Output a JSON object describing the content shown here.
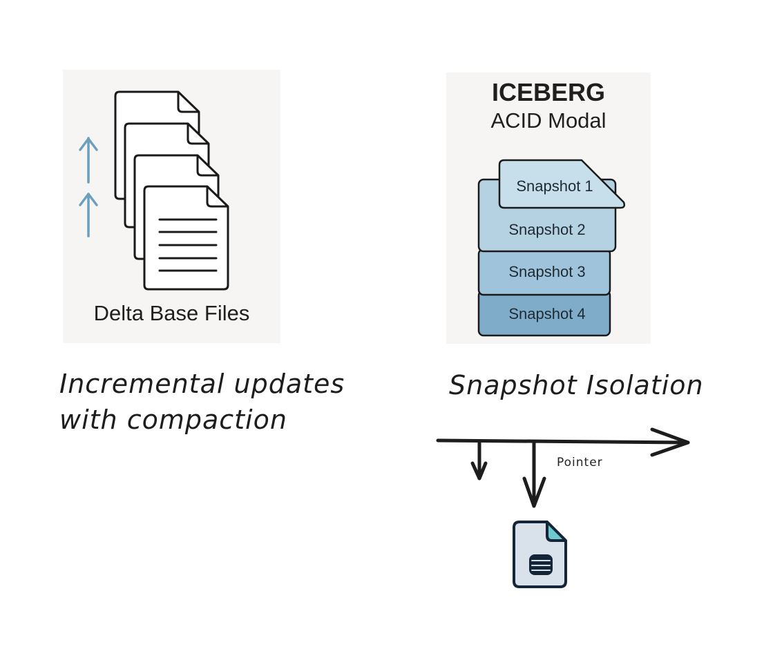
{
  "left_panel": {
    "label": "Delta Base Files",
    "icon": "stacked-documents-icon",
    "arrow_color": "#6a9fbd",
    "doc_count": 4
  },
  "left_caption": {
    "line1": "Incremental updates",
    "line2": "with compaction"
  },
  "right_panel": {
    "title": "ICEBERG",
    "subtitle": "ACID Modal",
    "snapshots": [
      {
        "label": "Snapshot 1",
        "color": "#c6dfea"
      },
      {
        "label": "Snapshot 2",
        "color": "#b5d2e2"
      },
      {
        "label": "Snapshot 3",
        "color": "#9ec3da"
      },
      {
        "label": "Snapshot 4",
        "color": "#7fadc9"
      }
    ]
  },
  "right_caption": {
    "text": "Snapshot Isolation"
  },
  "timeline": {
    "pointer_label": "Pointer",
    "file_icon": "database-file-icon",
    "file_fill": "#d9e2ea",
    "file_corner": "#6ec9cf"
  }
}
